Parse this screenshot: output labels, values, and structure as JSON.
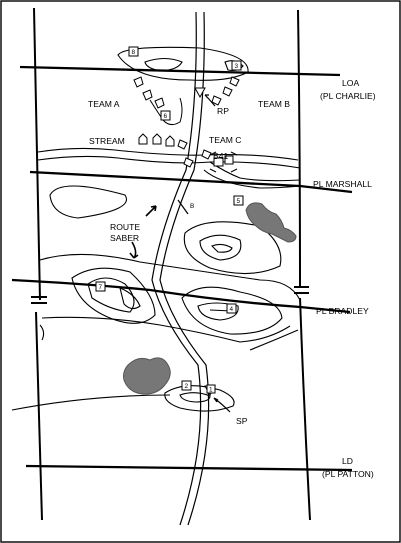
{
  "phase_lines": {
    "loa": "LOA",
    "loa_alias": "(PL CHARLIE)",
    "marshall": "PL MARSHALL",
    "bradley": "PL BRADLEY",
    "ld": "LD",
    "ld_alias": "(PL PATTON)"
  },
  "teams": {
    "a": "TEAM A",
    "b": "TEAM B",
    "c": "TEAM C"
  },
  "points": {
    "rp": "RP",
    "sp": "SP",
    "bridge": "B41"
  },
  "features": {
    "stream": "STREAM",
    "route_line1": "ROUTE",
    "route_line2": "SABER"
  },
  "checkpoints": {
    "cp1": "1",
    "cp2": "2",
    "cp3": "3",
    "cp4": "4",
    "cp5": "5",
    "cp6": "6",
    "cp7": "7",
    "cp8": "8",
    "obstacle_b": "B"
  }
}
